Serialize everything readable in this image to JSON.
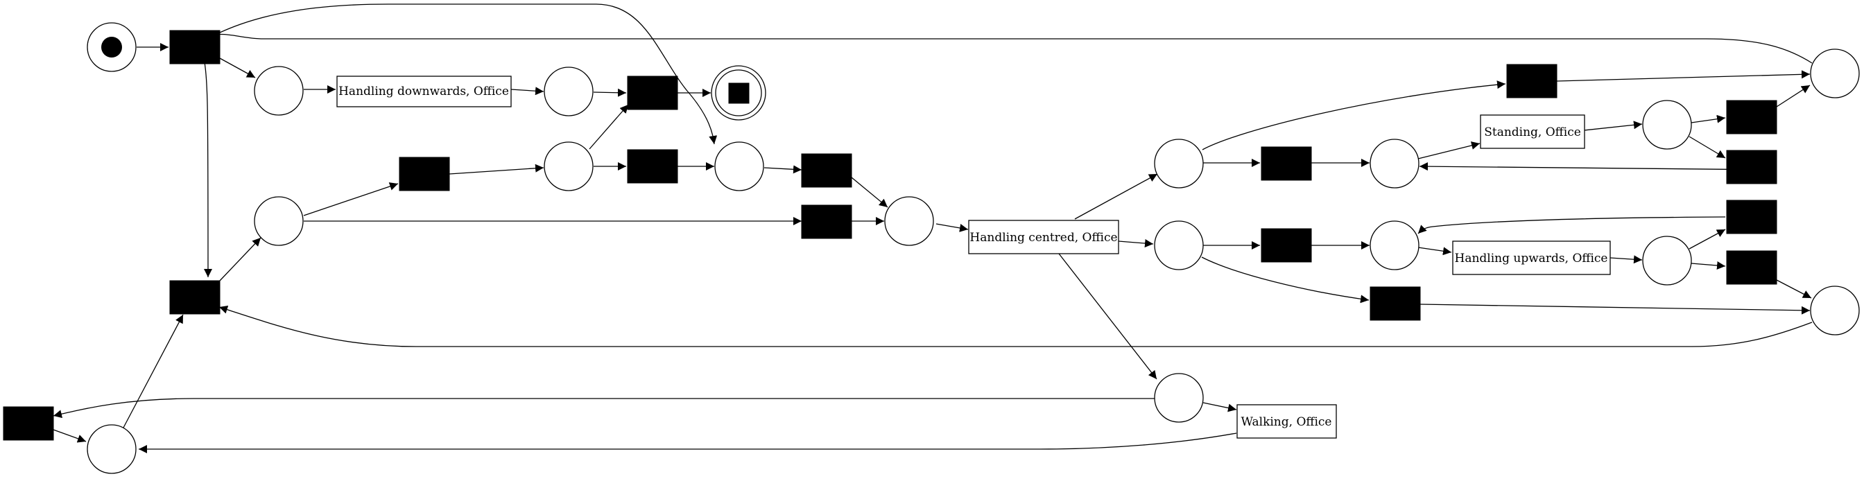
{
  "diagram": {
    "type": "petri-net",
    "transitions": {
      "t_handling_down": "Handling downwards, Office",
      "t_handling_centred": "Handling centred, Office",
      "t_standing": "Standing, Office",
      "t_handling_up": "Handling upwards, Office",
      "t_walking": "Walking, Office"
    }
  }
}
